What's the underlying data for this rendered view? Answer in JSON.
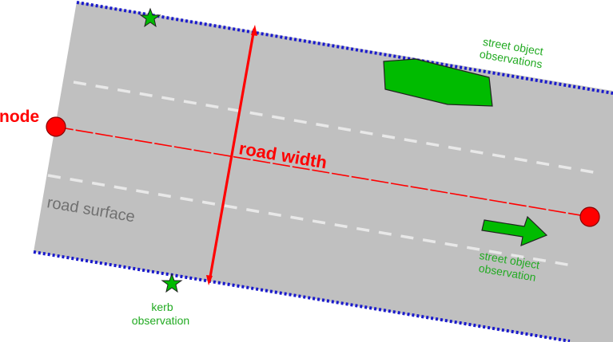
{
  "labels": {
    "node": "node",
    "road_width": "road width",
    "road_surface": "road surface",
    "street_object_top_line1": "street object",
    "street_object_top_line2": "observations",
    "street_object_bottom_line1": "street object",
    "street_object_bottom_line2": "observation",
    "kerb_line1": "kerb",
    "kerb_line2": "observation"
  },
  "colors": {
    "road": "#c0c0c0",
    "kerb_line": "#1a1acc",
    "lane_marking": "#e8e8e8",
    "centerline": "#ff0000",
    "node_fill": "#ff0000",
    "observation": "#00bb00",
    "observation_text": "#22aa22",
    "road_surface_text": "#707070",
    "label_red": "#ff0000"
  },
  "icons": {
    "node": "circle-marker",
    "kerb_observation": "star-icon",
    "street_object_polygon": "polygon-shape",
    "street_object_arrow": "arrow-icon"
  }
}
